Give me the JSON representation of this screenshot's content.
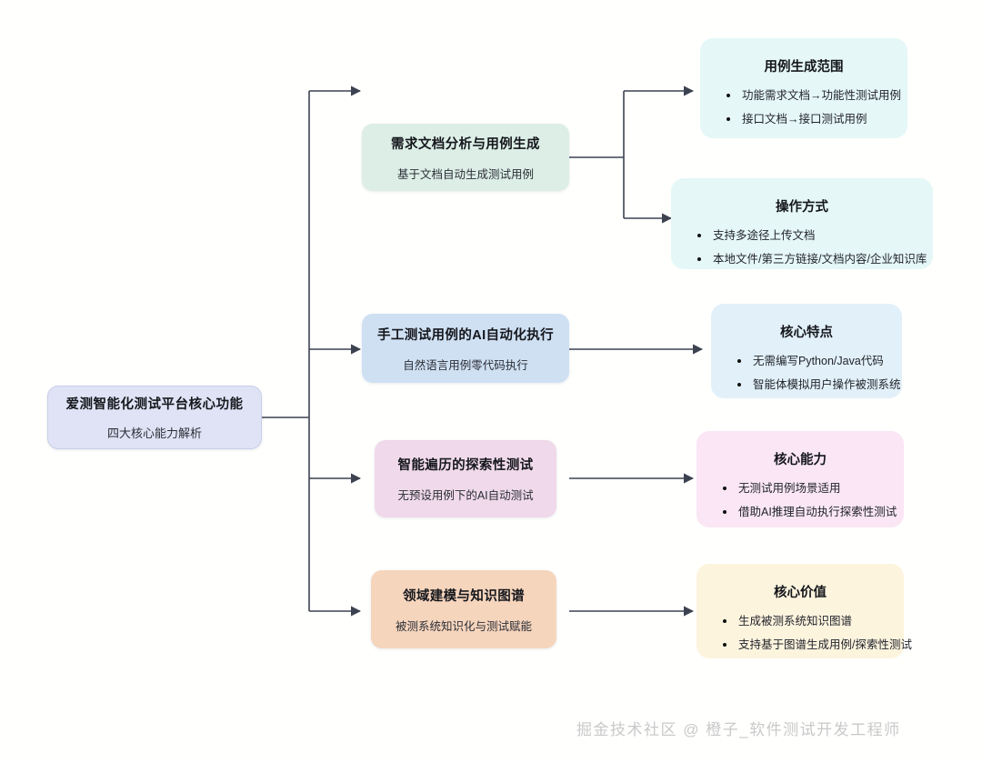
{
  "diagram": {
    "title": "爱测智能化测试平台核心功能",
    "watermark": "掘金技术社区 @ 橙子_软件测试开发工程师",
    "edge_color": "#3c4250"
  },
  "root": {
    "title": "爱测智能化测试平台核心功能",
    "subtitle": "四大核心能力解析",
    "color": "#dfe3f5"
  },
  "branches": [
    {
      "title": "需求文档分析与用例生成",
      "subtitle": "基于文档自动生成测试用例",
      "color": "#dceee6"
    },
    {
      "title": "手工测试用例的AI自动化执行",
      "subtitle": "自然语言用例零代码执行",
      "color": "#cfe0f3"
    },
    {
      "title": "智能遍历的探索性测试",
      "subtitle": "无预设用例下的AI自动测试",
      "color": "#efd9ea"
    },
    {
      "title": "领域建模与知识图谱",
      "subtitle": "被测系统知识化与测试赋能",
      "color": "#f6d5bd"
    }
  ],
  "leaves": [
    {
      "title": "用例生成范围",
      "color": "#e5f7f7",
      "items": [
        "功能需求文档→功能性测试用例",
        "接口文档→接口测试用例"
      ]
    },
    {
      "title": "操作方式",
      "color": "#e5f7f7",
      "items": [
        "支持多途径上传文档",
        "本地文件/第三方链接/文档内容/企业知识库"
      ]
    },
    {
      "title": "核心特点",
      "color": "#e2f0f9",
      "items": [
        "无需编写Python/Java代码",
        "智能体模拟用户操作被测系统"
      ]
    },
    {
      "title": "核心能力",
      "color": "#fae6f4",
      "items": [
        "无测试用例场景适用",
        "借助AI推理自动执行探索性测试"
      ]
    },
    {
      "title": "核心价值",
      "color": "#fdf4de",
      "items": [
        "生成被测系统知识图谱",
        "支持基于图谱生成用例/探索性测试"
      ]
    }
  ]
}
